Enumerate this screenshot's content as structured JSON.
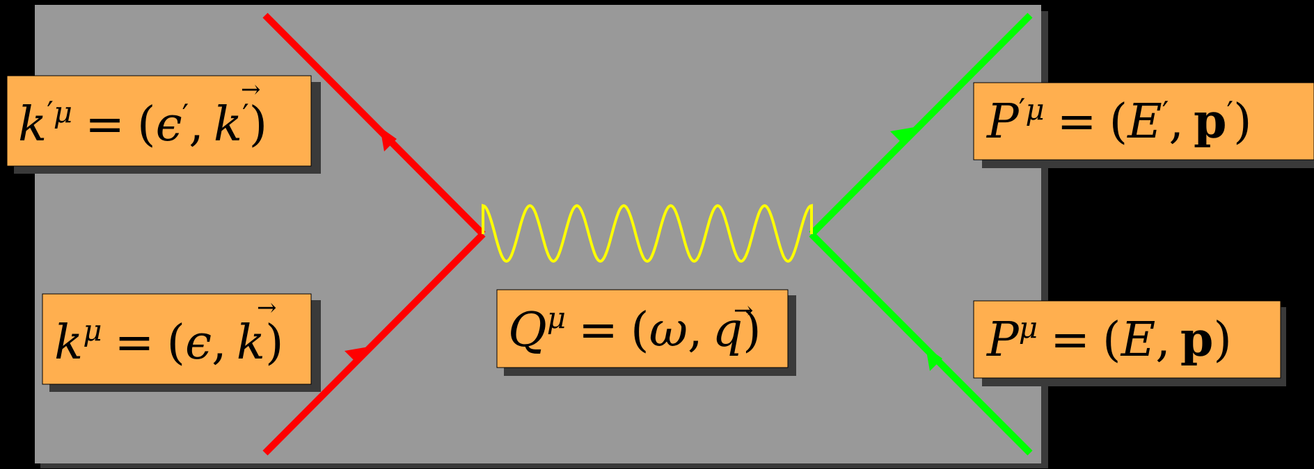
{
  "diagram": {
    "colors": {
      "page_background": "#000000",
      "panel": "#999999",
      "panel_shadow": "#3a3a3a",
      "electron_line": "#ff0000",
      "nucleon_line": "#00ff00",
      "photon_line": "#ffff00",
      "label_fill": "#ffaf4f",
      "label_border": "#000000",
      "label_shadow": "#3a3a3a"
    },
    "labels": {
      "outgoing_electron": {
        "symbol": "k",
        "prime": "′",
        "superscript": "μ",
        "equals": "=",
        "open": "(",
        "energy": "ϵ",
        "energy_prime": "′",
        "comma": ",",
        "vector_arrow": "→",
        "vector": "k",
        "vector_prime": "′",
        "close": ")"
      },
      "incoming_electron": {
        "symbol": "k",
        "superscript": "μ",
        "equals": "=",
        "open": "(",
        "energy": "ϵ",
        "comma": ",",
        "vector_arrow": "→",
        "vector": "k",
        "close": ")"
      },
      "virtual_photon": {
        "symbol": "Q",
        "superscript": "μ",
        "equals": "=",
        "open": "(",
        "energy": "ω",
        "comma": ",",
        "vector_arrow": "→",
        "vector": "q",
        "close": ")"
      },
      "outgoing_nucleon": {
        "symbol": "P",
        "prime": "′",
        "superscript": "μ",
        "equals": "=",
        "open": "(",
        "energy": "E",
        "energy_prime": "′",
        "comma": ",",
        "vector": "p",
        "vector_prime": "′",
        "close": ")"
      },
      "incoming_nucleon": {
        "symbol": "P",
        "superscript": "μ",
        "equals": "=",
        "open": "(",
        "energy": "E",
        "comma": ",",
        "vector": "p",
        "close": ")"
      }
    }
  }
}
